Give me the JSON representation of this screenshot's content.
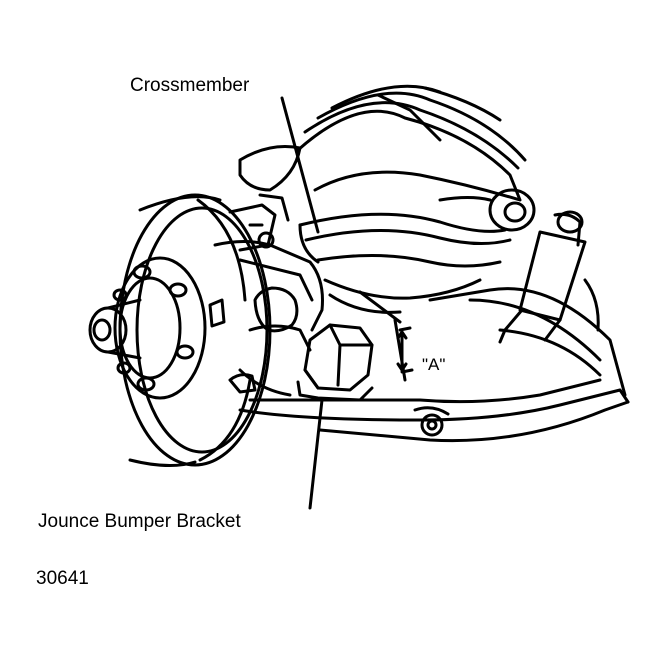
{
  "labels": {
    "crossmember": "Crossmember",
    "dimension_a": "\"A\"",
    "jounce_bumper_bracket": "Jounce Bumper Bracket",
    "figure_number": "30641"
  },
  "colors": {
    "ink": "#000000",
    "paper": "#ffffff"
  }
}
